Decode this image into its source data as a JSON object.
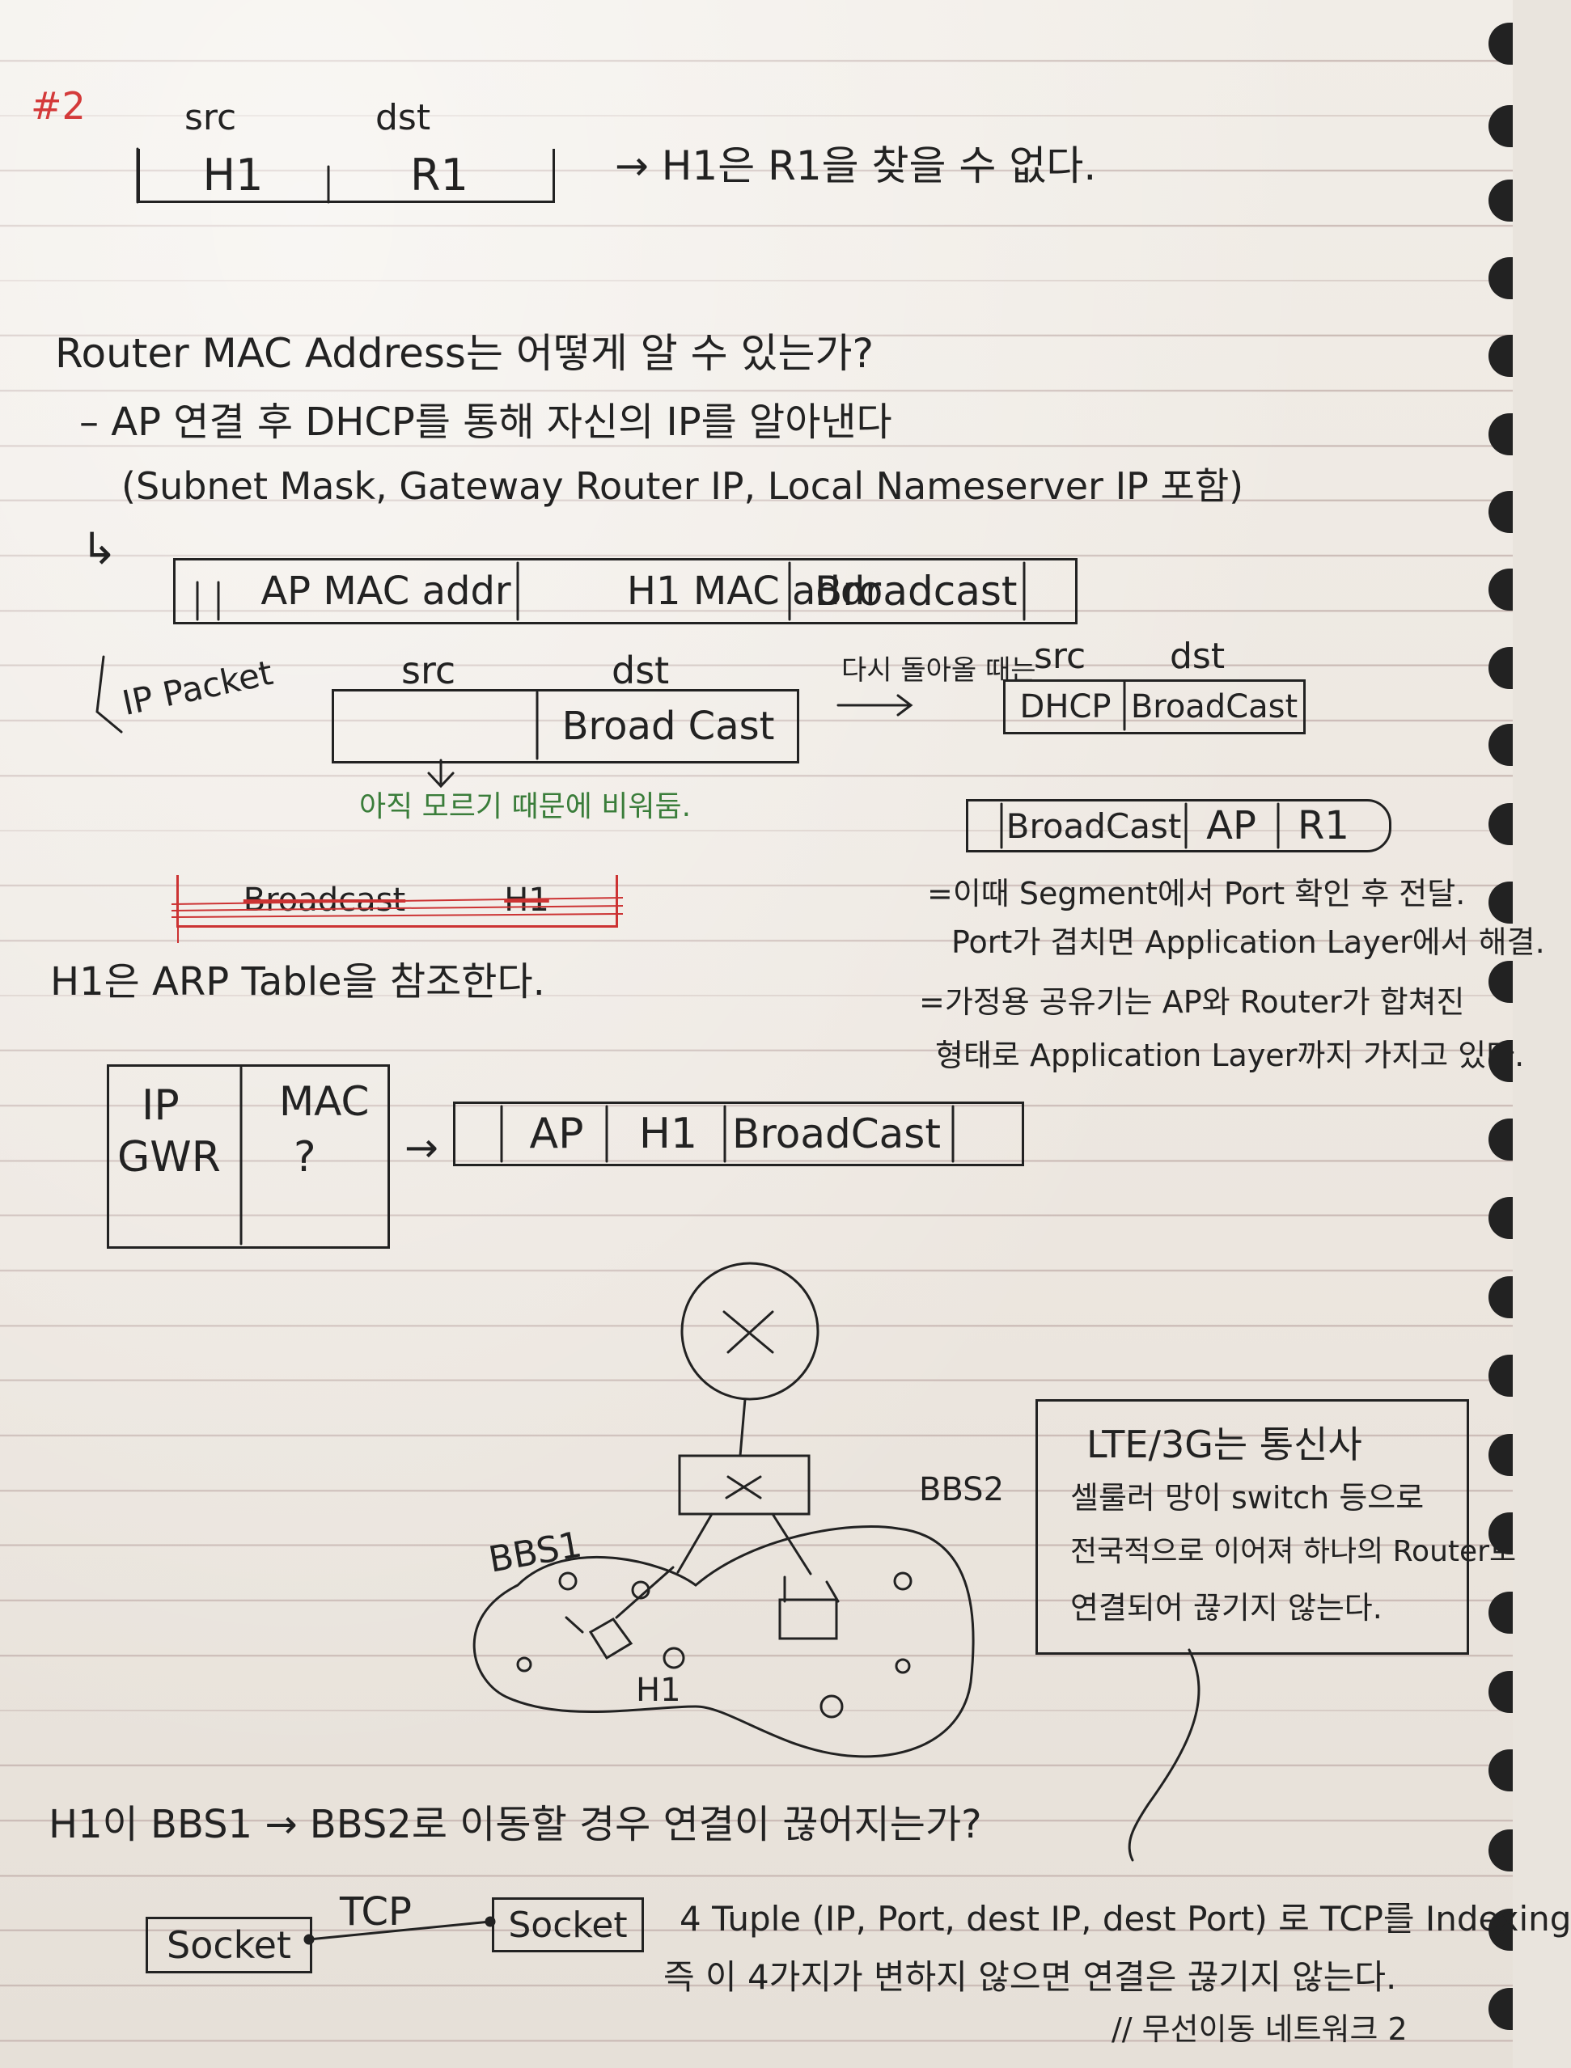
{
  "page_mark": "#2",
  "frame1": {
    "src_label": "src",
    "dst_label": "dst",
    "src": "H1",
    "dst": "R1",
    "note": "→ H1은 R1을 찾을 수 없다."
  },
  "question_router_mac": "Router MAC Address는 어떻게 알 수 있는가?",
  "answer_line1": "– AP 연결 후 DHCP를 통해 자신의 IP를 알아낸다",
  "answer_line2": "(Subnet Mask, Gateway Router IP, Local Nameserver IP 포함)",
  "arrow_symbol": "↳",
  "mac_frame": {
    "cells": [
      "AP MAC addr",
      "H1 MAC addr",
      "Broadcast"
    ]
  },
  "ip_packet": {
    "label": "IP Packet",
    "src_label": "src",
    "dst_label": "dst",
    "dst": "Broad Cast",
    "down_note": "아직 모르기 때문에 비워둠.",
    "return_note": "다시 돌아올 때는",
    "ret_src_label": "src",
    "ret_dst_label": "dst",
    "ret_src": "DHCP",
    "ret_dst": "BroadCast"
  },
  "struck_frame": {
    "cells": [
      "Broadcast",
      "H1"
    ]
  },
  "arp_note": "H1은 ARP Table을 참조한다.",
  "right_frame": {
    "cells": [
      "BroadCast",
      "AP",
      "R1"
    ]
  },
  "right_notes": [
    "=이때 Segment에서 Port 확인 후 전달.",
    "Port가 겹치면 Application Layer에서 해결.",
    "=가정용 공유기는 AP와 Router가 합쳐진",
    "형태로 Application Layer까지 가지고 있다."
  ],
  "arp_table": {
    "col1_header": "IP",
    "col2_header": "MAC",
    "col1_value": "GWR",
    "col2_value": "?"
  },
  "arp_frame": {
    "arrow": "→",
    "cells": [
      "AP",
      "H1",
      "BroadCast"
    ]
  },
  "network_diagram": {
    "bbs1": "BBS1",
    "bbs2": "BBS2",
    "host": "H1"
  },
  "lte_box": [
    "LTE/3G는 통신사",
    "셀룰러 망이 switch 등으로",
    "전국적으로 이어져 하나의 Router로",
    "연결되어 끊기지 않는다."
  ],
  "mobility_question": "H1이 BBS1 → BBS2로 이동할 경우 연결이 끊어지는가?",
  "tcp": {
    "left_socket": "Socket",
    "right_socket": "Socket",
    "link_label": "TCP"
  },
  "tuple_line1": "4 Tuple (IP, Port, dest IP, dest Port) 로 TCP를 Indexing",
  "tuple_line2": "즉 이 4가지가 변하지 않으면 연결은 끊기지 않는다.",
  "footer": "// 무선이동 네트워크 2"
}
